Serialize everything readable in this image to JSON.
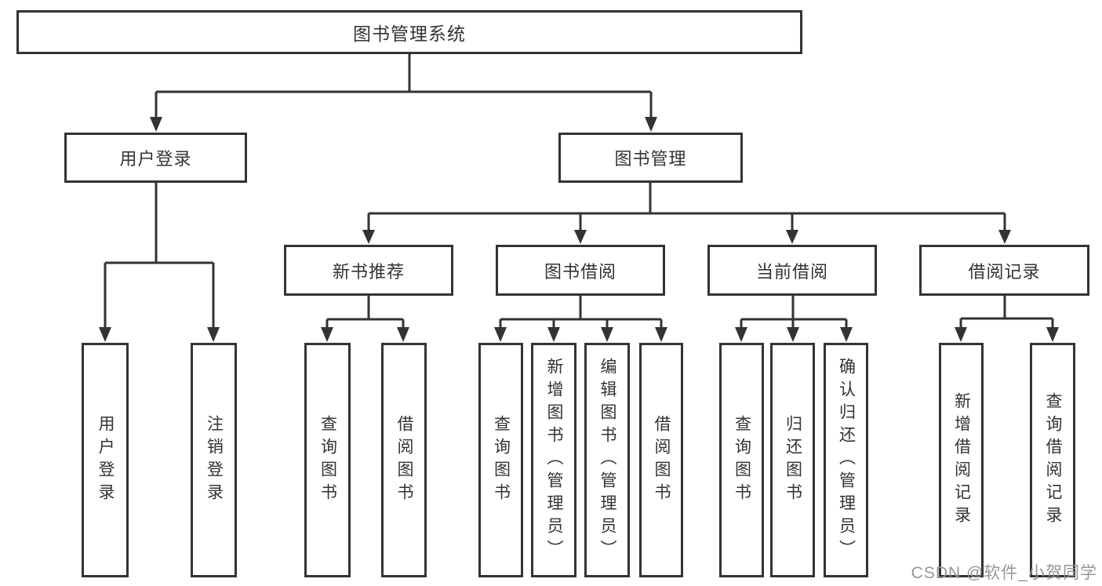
{
  "tree": {
    "label": "图书管理系统",
    "children": [
      {
        "label": "用户登录",
        "children": [
          {
            "label": "用户登录"
          },
          {
            "label": "注销登录"
          }
        ]
      },
      {
        "label": "图书管理",
        "children": [
          {
            "label": "新书推荐",
            "children": [
              {
                "label": "查询图书"
              },
              {
                "label": "借阅图书"
              }
            ]
          },
          {
            "label": "图书借阅",
            "children": [
              {
                "label": "查询图书"
              },
              {
                "label": "新增图书（管理员）"
              },
              {
                "label": "编辑图书（管理员）"
              },
              {
                "label": "借阅图书"
              }
            ]
          },
          {
            "label": "当前借阅",
            "children": [
              {
                "label": "查询图书"
              },
              {
                "label": "归还图书"
              },
              {
                "label": "确认归还（管理员）"
              }
            ]
          },
          {
            "label": "借阅记录",
            "children": [
              {
                "label": "新增借阅记录"
              },
              {
                "label": "查询借阅记录"
              }
            ]
          }
        ]
      }
    ]
  },
  "watermark": {
    "text": "CSDN @软件_小贺同学"
  },
  "colors": {
    "line": "#333333",
    "text": "#333333",
    "box_background": "#ffffff",
    "watermark": "#969696",
    "page_background": "#ffffff"
  }
}
